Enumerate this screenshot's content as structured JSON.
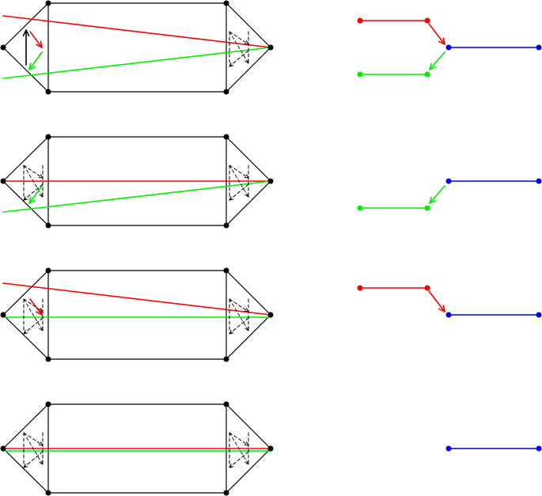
{
  "colors": {
    "outline": "#000000",
    "red": "#ff0000",
    "green": "#00ee00",
    "blue": "#0000ee",
    "dashed": "#000000"
  },
  "diagrams": [
    {
      "id": "panel-1",
      "red_line_slope": "converging",
      "green_line_slope": "converging",
      "has_black_arrow": true,
      "has_red_arrow": true,
      "has_green_arrow": true,
      "left_dashed_diamond": false,
      "right_dashed_diamond": true,
      "branch": {
        "red": true,
        "green": true,
        "blue": true
      }
    },
    {
      "id": "panel-2",
      "red_line_slope": "flat",
      "green_line_slope": "converging",
      "has_black_arrow": false,
      "has_red_arrow": false,
      "has_green_arrow": true,
      "left_dashed_diamond": true,
      "right_dashed_diamond": true,
      "branch": {
        "red": false,
        "green": true,
        "blue": true
      }
    },
    {
      "id": "panel-3",
      "red_line_slope": "converging",
      "green_line_slope": "flat",
      "has_black_arrow": false,
      "has_red_arrow": true,
      "has_green_arrow": false,
      "left_dashed_diamond": true,
      "right_dashed_diamond": true,
      "branch": {
        "red": true,
        "green": false,
        "blue": true
      }
    },
    {
      "id": "panel-4",
      "red_line_slope": "flat",
      "green_line_slope": "flat",
      "has_black_arrow": false,
      "has_red_arrow": false,
      "has_green_arrow": false,
      "left_dashed_diamond": true,
      "right_dashed_diamond": true,
      "branch": {
        "red": false,
        "green": false,
        "blue": true
      }
    }
  ]
}
